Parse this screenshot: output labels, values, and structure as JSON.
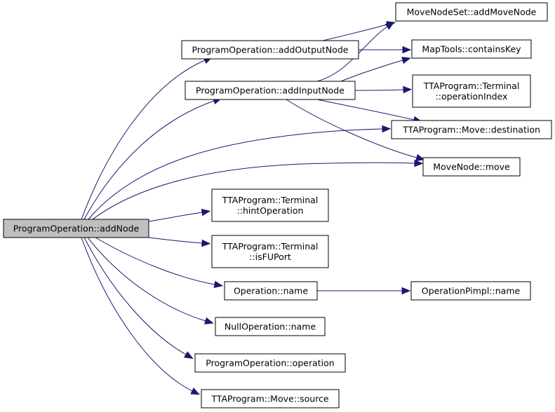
{
  "graph": {
    "edge_color": "#191970",
    "root_fill": "#bfbfbf",
    "nodes": [
      {
        "id": "root",
        "lines": [
          "ProgramOperation::addNode"
        ],
        "root": true
      },
      {
        "id": "addOutputNode",
        "lines": [
          "ProgramOperation::addOutputNode"
        ]
      },
      {
        "id": "addInputNode",
        "lines": [
          "ProgramOperation::addInputNode"
        ]
      },
      {
        "id": "addMoveNode",
        "lines": [
          "MoveNodeSet::addMoveNode"
        ]
      },
      {
        "id": "containsKey",
        "lines": [
          "MapTools::containsKey"
        ]
      },
      {
        "id": "operationIndex",
        "lines": [
          "TTAProgram::Terminal",
          "::operationIndex"
        ]
      },
      {
        "id": "destination",
        "lines": [
          "TTAProgram::Move::destination"
        ]
      },
      {
        "id": "move",
        "lines": [
          "MoveNode::move"
        ]
      },
      {
        "id": "hintOperation",
        "lines": [
          "TTAProgram::Terminal",
          "::hintOperation"
        ]
      },
      {
        "id": "isFUPort",
        "lines": [
          "TTAProgram::Terminal",
          "::isFUPort"
        ]
      },
      {
        "id": "opName",
        "lines": [
          "Operation::name"
        ]
      },
      {
        "id": "pimplName",
        "lines": [
          "OperationPimpl::name"
        ]
      },
      {
        "id": "nullName",
        "lines": [
          "NullOperation::name"
        ]
      },
      {
        "id": "operation",
        "lines": [
          "ProgramOperation::operation"
        ]
      },
      {
        "id": "source",
        "lines": [
          "TTAProgram::Move::source"
        ]
      }
    ],
    "edges": [
      {
        "from": "root",
        "to": "addOutputNode"
      },
      {
        "from": "root",
        "to": "addInputNode"
      },
      {
        "from": "root",
        "to": "destination"
      },
      {
        "from": "root",
        "to": "move"
      },
      {
        "from": "root",
        "to": "hintOperation"
      },
      {
        "from": "root",
        "to": "isFUPort"
      },
      {
        "from": "root",
        "to": "opName"
      },
      {
        "from": "root",
        "to": "nullName"
      },
      {
        "from": "root",
        "to": "operation"
      },
      {
        "from": "root",
        "to": "source"
      },
      {
        "from": "addOutputNode",
        "to": "addMoveNode"
      },
      {
        "from": "addOutputNode",
        "to": "containsKey"
      },
      {
        "from": "addInputNode",
        "to": "addMoveNode"
      },
      {
        "from": "addInputNode",
        "to": "containsKey"
      },
      {
        "from": "addInputNode",
        "to": "operationIndex"
      },
      {
        "from": "addInputNode",
        "to": "destination"
      },
      {
        "from": "addInputNode",
        "to": "move"
      },
      {
        "from": "opName",
        "to": "pimplName"
      }
    ]
  }
}
